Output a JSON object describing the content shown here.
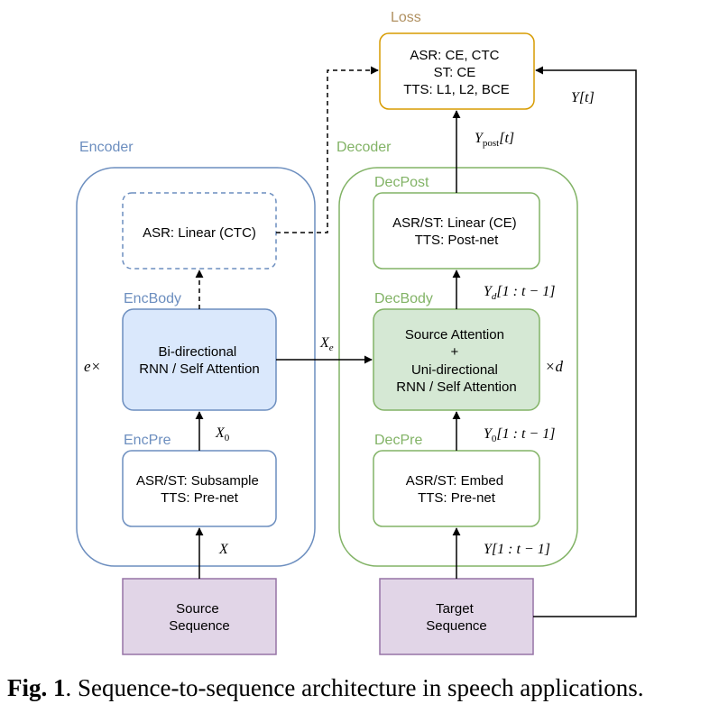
{
  "groups": {
    "encoder": "Encoder",
    "decoder": "Decoder",
    "loss": "Loss",
    "enc_pre": "EncPre",
    "enc_body": "EncBody",
    "dec_pre": "DecPre",
    "dec_body": "DecBody",
    "dec_post": "DecPost"
  },
  "boxes": {
    "loss": [
      "ASR: CE, CTC",
      "ST: CE",
      "TTS: L1, L2, BCE"
    ],
    "ctc": [
      "ASR: Linear (CTC)"
    ],
    "enc_body": [
      "Bi-directional",
      "RNN / Self Attention"
    ],
    "enc_pre": [
      "ASR/ST: Subsample",
      "TTS: Pre-net"
    ],
    "dec_post": [
      "ASR/ST: Linear (CE)",
      "TTS: Post-net"
    ],
    "dec_body": [
      "Source Attention",
      "+",
      "Uni-directional",
      "RNN / Self Attention"
    ],
    "dec_pre": [
      "ASR/ST: Embed",
      "TTS: Pre-net"
    ],
    "source": [
      "Source",
      "Sequence"
    ],
    "target": [
      "Target",
      "Sequence"
    ]
  },
  "labels": {
    "x": "X",
    "x0": "X",
    "x0_sub": "0",
    "xe": "X",
    "xe_sub": "e",
    "y_range": "Y[1 : t − 1]",
    "y0": "Y",
    "y0_sub": "0",
    "y0_range": "[1 : t − 1]",
    "yd": "Y",
    "yd_sub": "d",
    "yd_range": "[1 : t − 1]",
    "ypost": "Y",
    "ypost_sub": "post",
    "ypost_range": "[t]",
    "yt": "Y[t]",
    "e_times": "e×",
    "times_d": "×d"
  },
  "caption": {
    "label": "Fig. 1",
    "text": ". Sequence-to-sequence architecture in speech applications."
  },
  "colors": {
    "encoder": "#6c8ebf",
    "decoder": "#82b366",
    "loss": "#d79b00",
    "loss_label": "#b09060",
    "enc_body_fill": "#dae8fc",
    "dec_body_fill": "#d5e8d4",
    "sequence_fill": "#e1d5e7",
    "sequence_stroke": "#9673a6"
  }
}
